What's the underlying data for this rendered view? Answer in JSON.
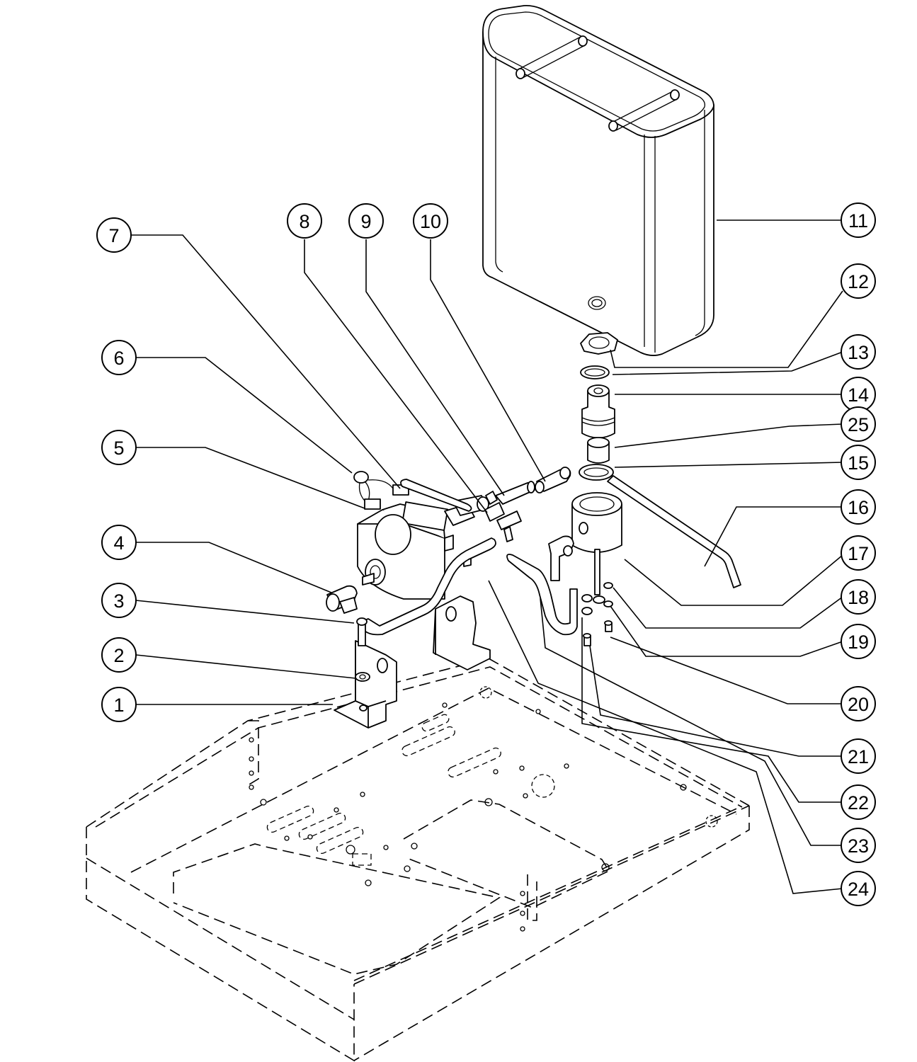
{
  "balloons": [
    {
      "id": "1",
      "label": "1"
    },
    {
      "id": "2",
      "label": "2"
    },
    {
      "id": "3",
      "label": "3"
    },
    {
      "id": "4",
      "label": "4"
    },
    {
      "id": "5",
      "label": "5"
    },
    {
      "id": "6",
      "label": "6"
    },
    {
      "id": "7",
      "label": "7"
    },
    {
      "id": "8",
      "label": "8"
    },
    {
      "id": "9",
      "label": "9"
    },
    {
      "id": "10",
      "label": "10"
    },
    {
      "id": "11",
      "label": "11"
    },
    {
      "id": "12",
      "label": "12"
    },
    {
      "id": "13",
      "label": "13"
    },
    {
      "id": "14",
      "label": "14"
    },
    {
      "id": "25",
      "label": "25"
    },
    {
      "id": "15",
      "label": "15"
    },
    {
      "id": "16",
      "label": "16"
    },
    {
      "id": "17",
      "label": "17"
    },
    {
      "id": "18",
      "label": "18"
    },
    {
      "id": "19",
      "label": "19"
    },
    {
      "id": "20",
      "label": "20"
    },
    {
      "id": "21",
      "label": "21"
    },
    {
      "id": "22",
      "label": "22"
    },
    {
      "id": "23",
      "label": "23"
    },
    {
      "id": "24",
      "label": "24"
    }
  ]
}
